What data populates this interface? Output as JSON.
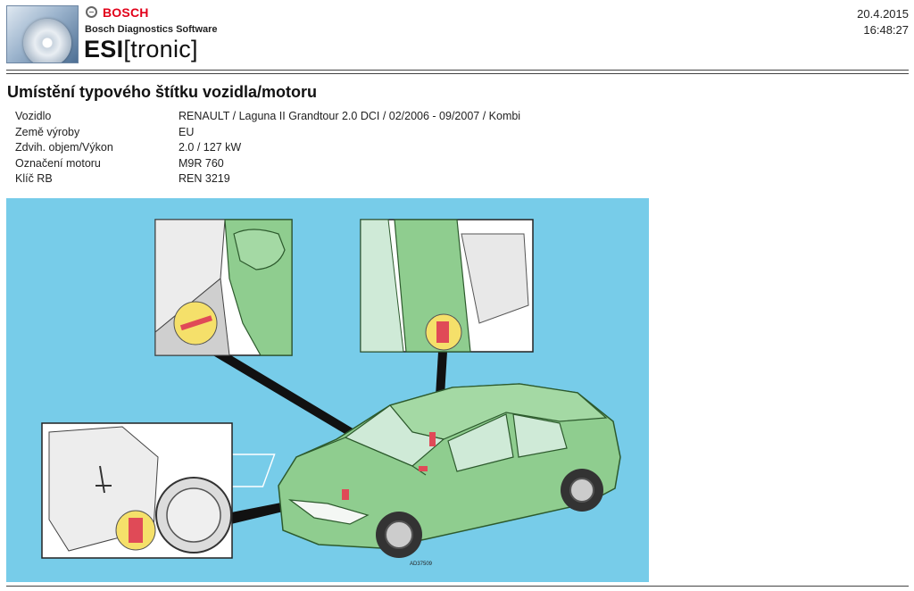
{
  "header": {
    "brand": "BOSCH",
    "subtitle": "Bosch Diagnostics Software",
    "product_bold": "ESI",
    "product_rest": "[tronic]",
    "date": "20.4.2015",
    "time": "16:48:27"
  },
  "page": {
    "title": "Umístění typového štítku vozidla/motoru"
  },
  "info": [
    {
      "label": "Vozidlo",
      "value": "RENAULT / Laguna II Grandtour 2.0 DCI / 02/2006 - 09/2007 / Kombi"
    },
    {
      "label": "Země výroby",
      "value": "EU"
    },
    {
      "label": "Zdvih. objem/Výkon",
      "value": "2.0 / 127 kW"
    },
    {
      "label": "Označení motoru",
      "value": "M9R 760"
    },
    {
      "label": "Klíč RB",
      "value": "REN 3219"
    }
  ],
  "figure": {
    "code": "AD37509",
    "colors": {
      "background": "#77cce9",
      "car_body": "#8fcd8f",
      "marker": "#f5e06a",
      "plate": "#e04a57"
    }
  }
}
